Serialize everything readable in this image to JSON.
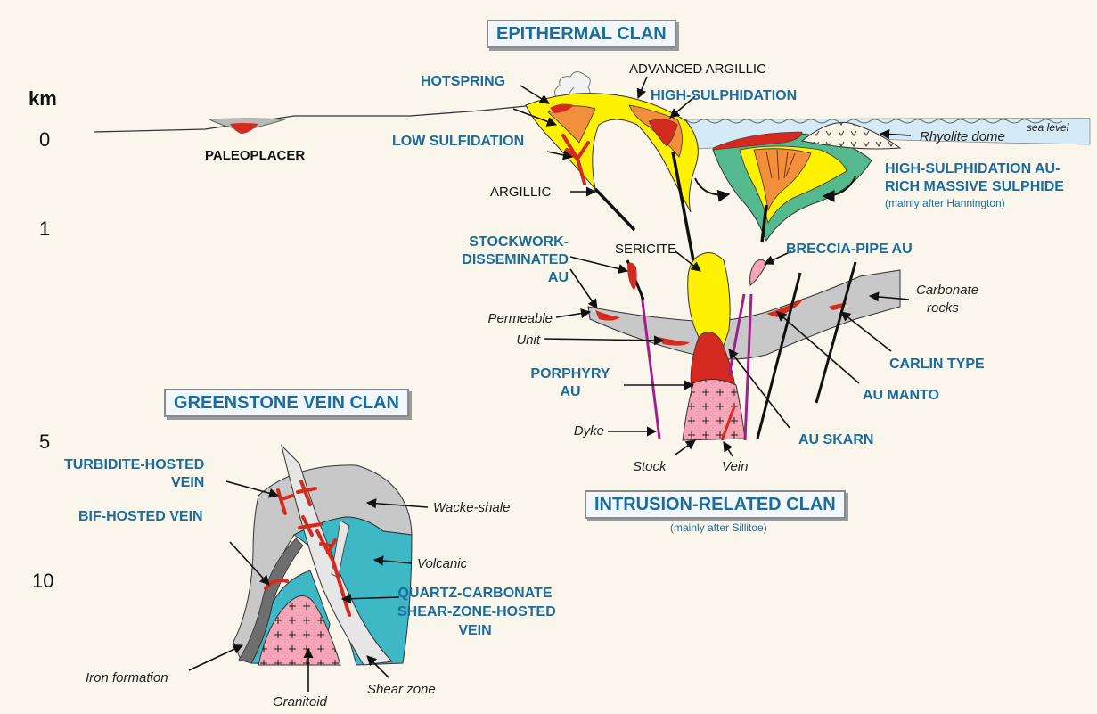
{
  "clans": {
    "epithermal": "EPITHERMAL CLAN",
    "greenstone": "GREENSTONE VEIN CLAN",
    "intrusion": "INTRUSION-RELATED CLAN",
    "intrusion_note": "(mainly after Sillitoe)"
  },
  "depth_axis": {
    "unit": "km",
    "ticks": [
      "0",
      "1",
      "5",
      "10"
    ]
  },
  "deposit_labels": {
    "paleoplacer": "PALEOPLACER",
    "hotspring": "HOTSPRING",
    "low_sulfidation": "LOW SULFIDATION",
    "high_sulphidation": "HIGH-SULPHIDATION",
    "hs_massive_line1": "HIGH-SULPHIDATION AU-",
    "hs_massive_line2": "RICH MASSIVE SULPHIDE",
    "hs_massive_note": "(mainly after Hannington)",
    "stockwork_line1": "STOCKWORK-",
    "stockwork_line2": "DISSEMINATED",
    "stockwork_line3": "AU",
    "breccia_pipe": "BRECCIA-PIPE AU",
    "carlin_type": "CARLIN TYPE",
    "porphyry_line1": "PORPHYRY",
    "porphyry_line2": "AU",
    "au_manto": "AU MANTO",
    "au_skarn": "AU SKARN",
    "turbidite_line1": "TURBIDITE-HOSTED",
    "turbidite_line2": "VEIN",
    "bif_hosted": "BIF-HOSTED VEIN",
    "qc_line1": "QUARTZ-CARBONATE",
    "qc_line2": "SHEAR-ZONE-HOSTED",
    "qc_line3": "VEIN"
  },
  "alteration_labels": {
    "advanced_argillic": "ADVANCED ARGILLIC",
    "argillic": "ARGILLIC",
    "sericite": "SERICITE"
  },
  "rock_labels": {
    "rhyolite_dome": "Rhyolite dome",
    "sea_level": "sea level",
    "carbonate_line1": "Carbonate",
    "carbonate_line2": "rocks",
    "permeable": "Permeable",
    "unit": "Unit",
    "dyke": "Dyke",
    "stock": "Stock",
    "vein": "Vein",
    "wacke_shale": "Wacke-shale",
    "volcanic": "Volcanic",
    "iron_formation": "Iron formation",
    "granitoid": "Granitoid",
    "shear_zone": "Shear zone"
  },
  "colors": {
    "clan_text": "#1a6c9d",
    "ore_red": "#d42a1f",
    "alteration_yellow": "#fff200",
    "carbonate_gray": "#c8c8c8",
    "volcanic_teal": "#3fb8c6",
    "granite_pink": "#f4a4b4",
    "sea_blue": "#d4eaf6",
    "massive_green": "#55b98e"
  }
}
